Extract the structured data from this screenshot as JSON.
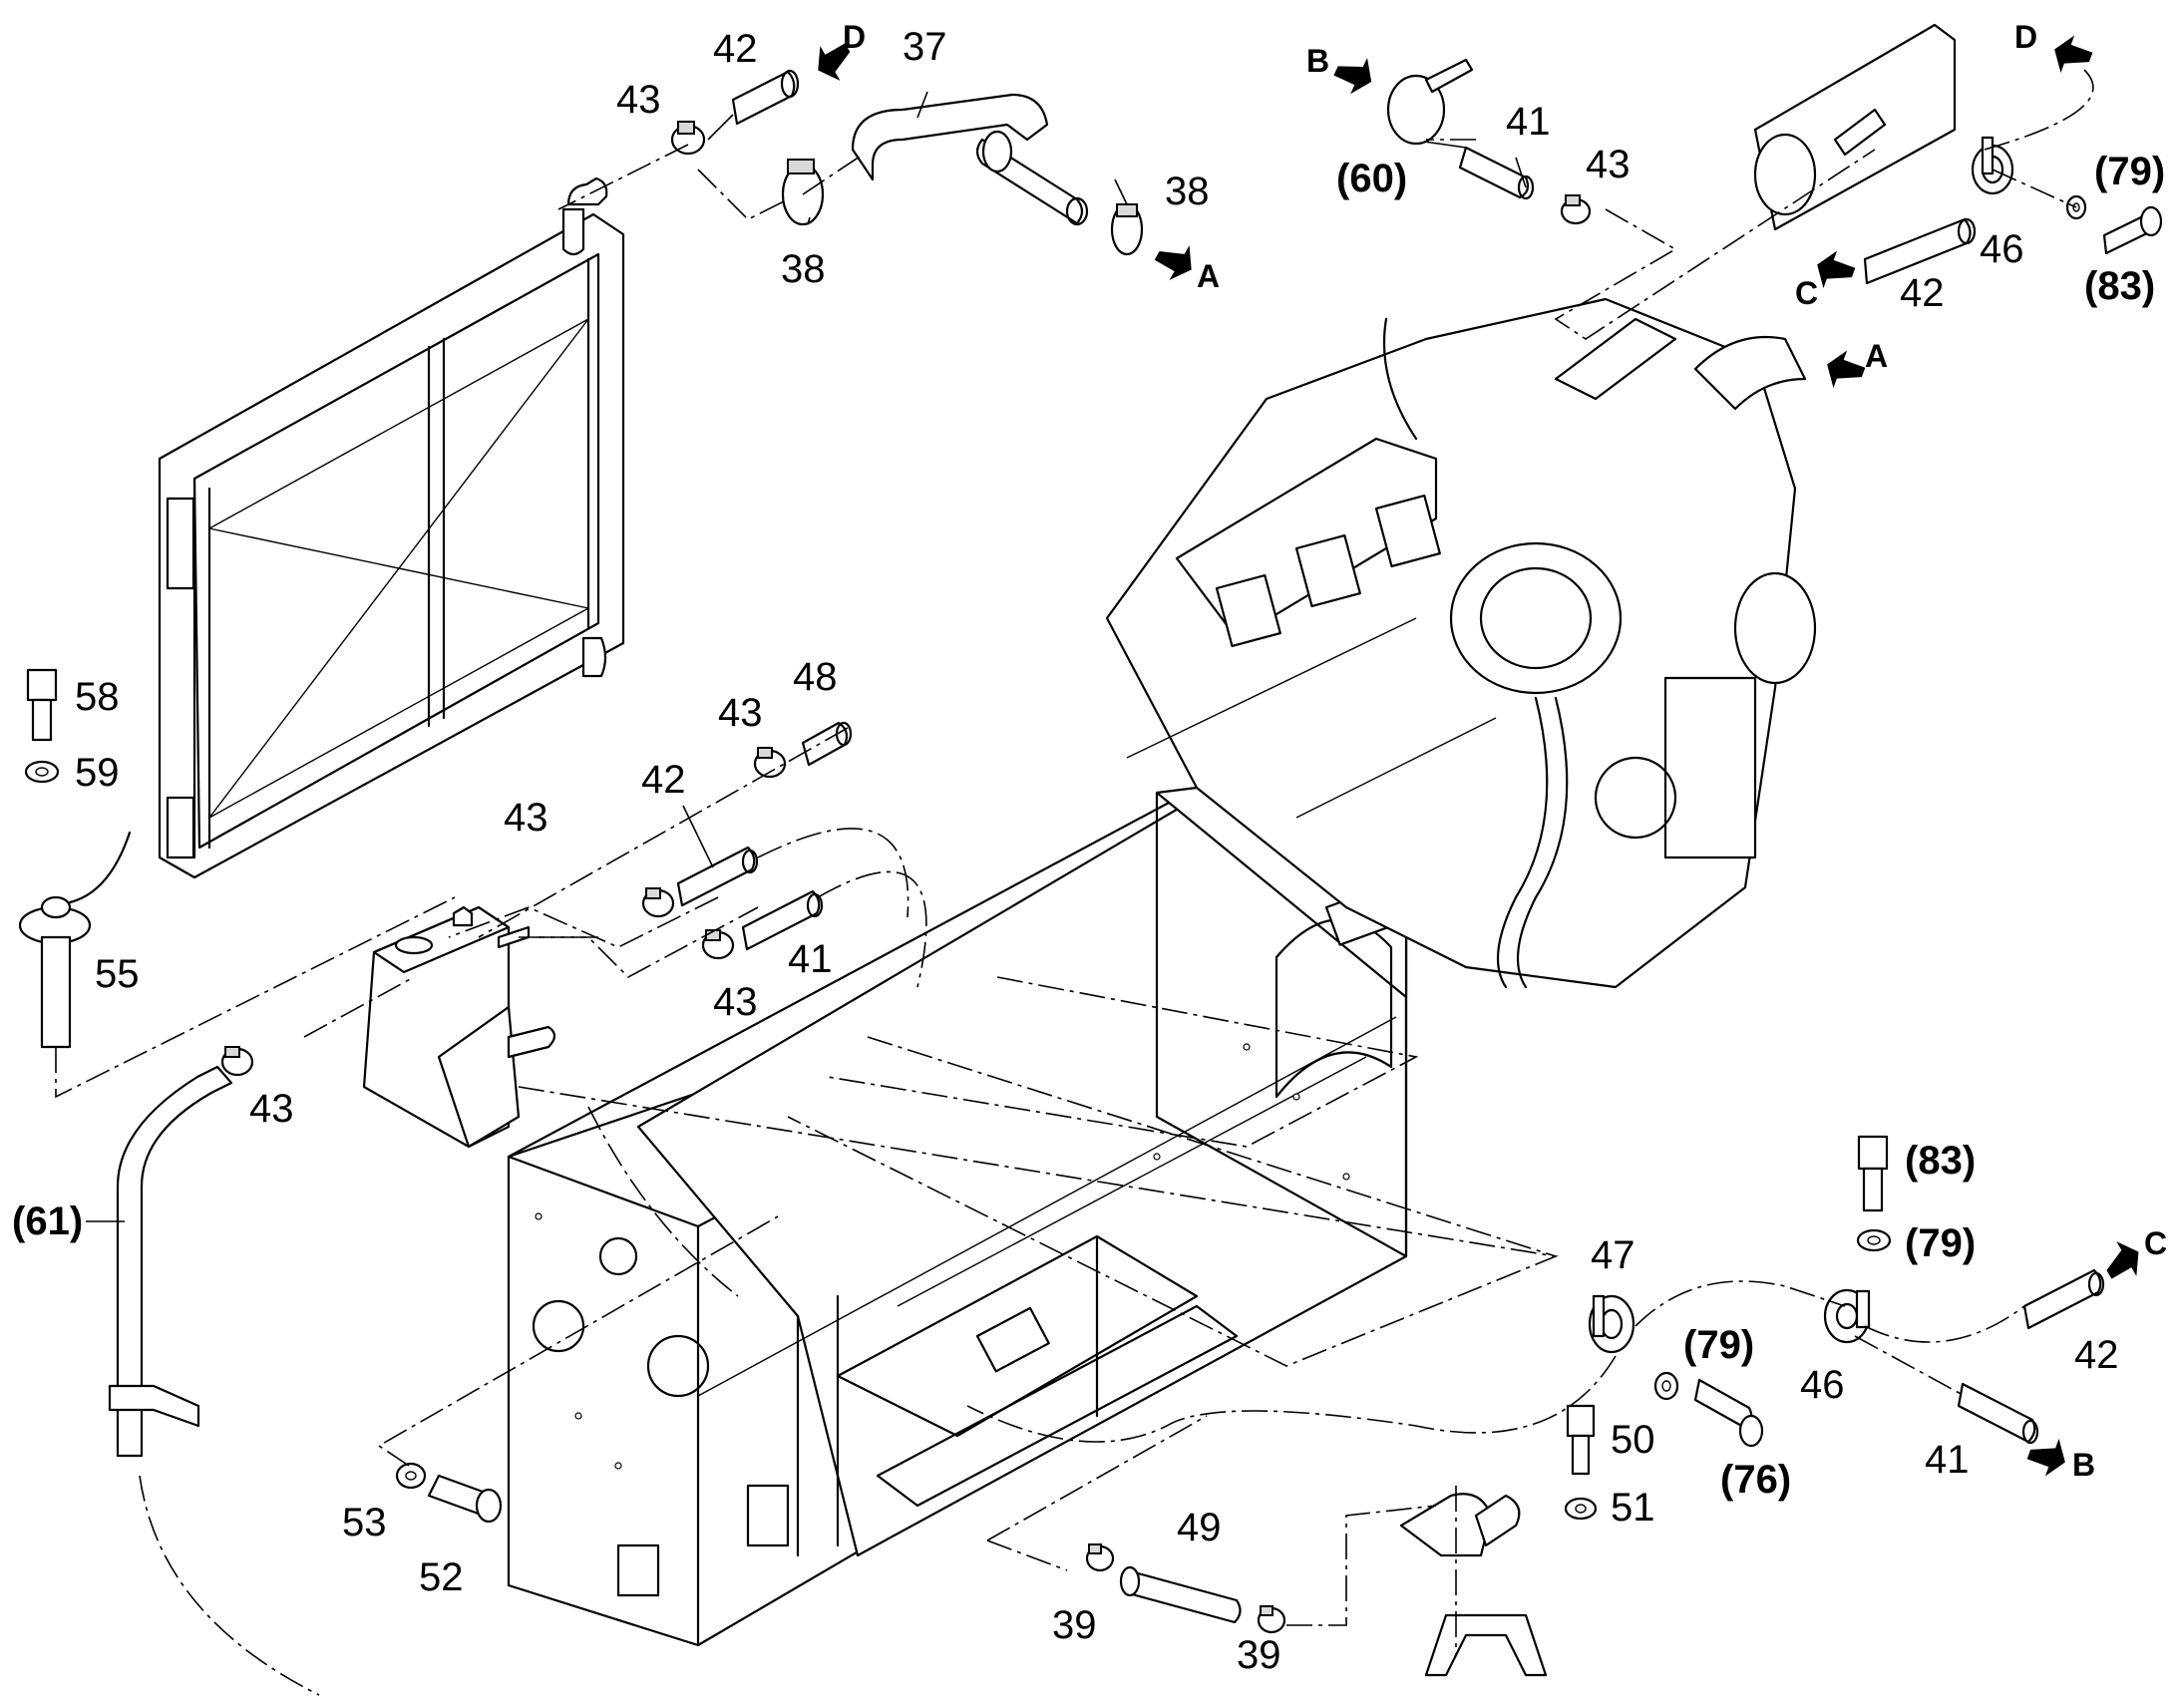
{
  "callouts": {
    "c42_top": "42",
    "c43_top": "43",
    "c37": "37",
    "c38_right": "38",
    "c38_left": "38",
    "c41_top": "41",
    "c43_topr": "43",
    "c60": "(60)",
    "c79_top": "(79)",
    "c83_top": "(83)",
    "c46_top": "46",
    "c42_topr": "42",
    "c58": "58",
    "c59": "59",
    "c55": "55",
    "c43_mid1": "43",
    "c48": "48",
    "c43_mid2": "43",
    "c42_mid": "42",
    "c41_mid": "41",
    "c43_mid3": "43",
    "c43_tank": "43",
    "c61": "(61)",
    "c47": "47",
    "c79_mid": "(79)",
    "c76": "(76)",
    "c83_right": "(83)",
    "c79_right": "(79)",
    "c46_bot": "46",
    "c42_bot": "42",
    "c41_bot": "41",
    "c50": "50",
    "c51": "51",
    "c53": "53",
    "c52": "52",
    "c49": "49",
    "c39_left": "39",
    "c39_right": "39"
  },
  "flow_markers": {
    "d_top_left": "D",
    "a_top": "A",
    "b_top": "B",
    "d_top_right": "D",
    "c_top": "C",
    "a_engine": "A",
    "c_bottom": "C",
    "b_bottom": "B"
  }
}
